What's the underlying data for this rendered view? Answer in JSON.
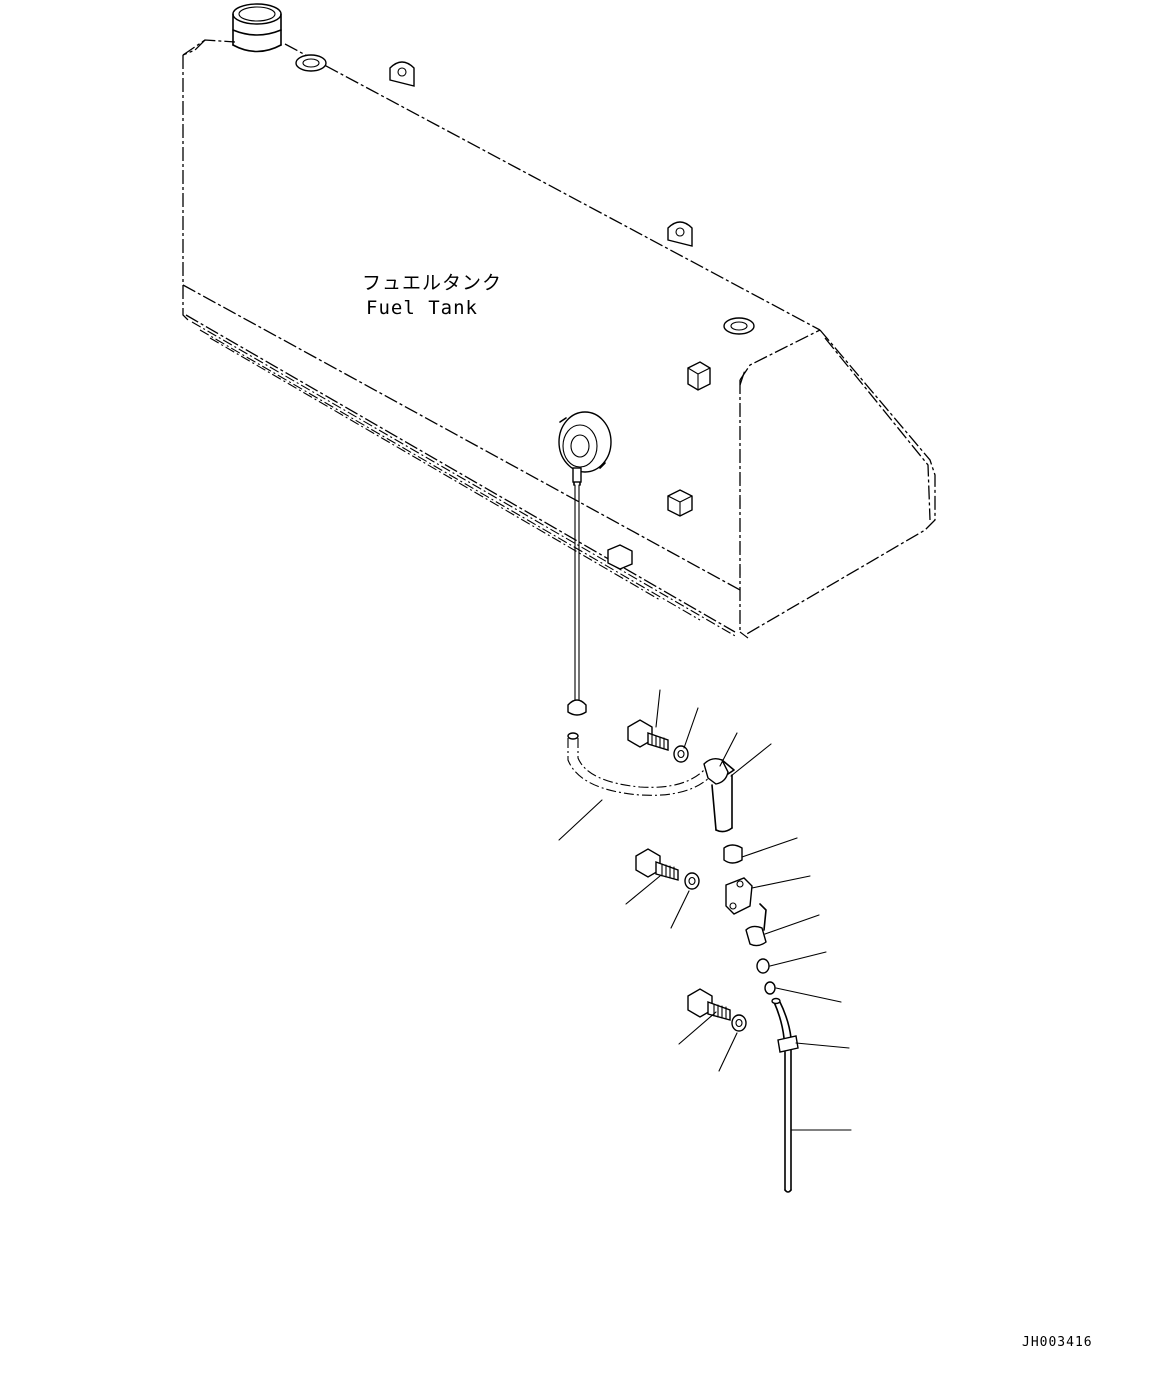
{
  "diagram": {
    "tank_label_jp": "フュエルタンク",
    "tank_label_en": "Fuel Tank",
    "drawing_code": "JH003416"
  }
}
